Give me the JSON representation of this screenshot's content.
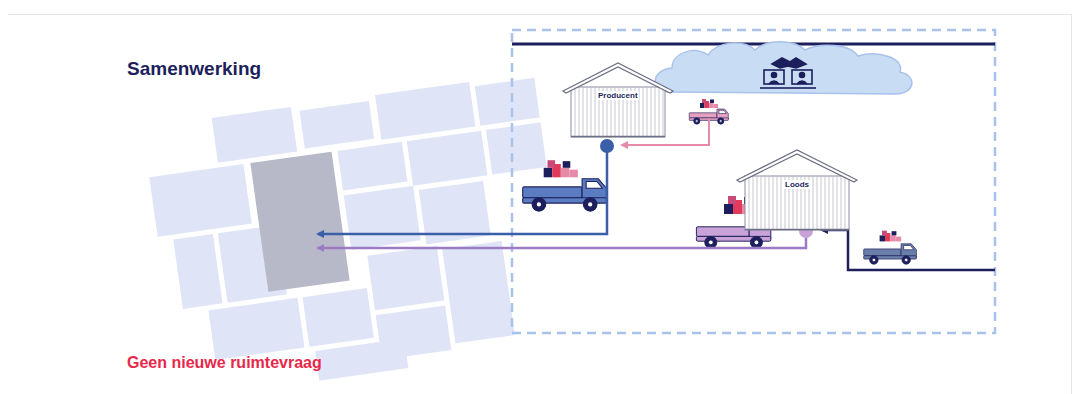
{
  "diagram": {
    "title": "Samenwerking",
    "caption": "Geen nieuwe ruimtevraag",
    "nodes": [
      {
        "text": [
          "Producent"
        ]
      },
      {
        "text": [
          "Loods"
        ]
      }
    ]
  }
}
